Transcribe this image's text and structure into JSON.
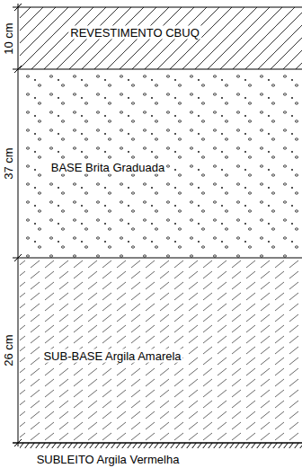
{
  "diagram": {
    "nodes": [
      {
        "text": [
          "REVESTIMENTO CBUQ"
        ]
      },
      {
        "text": [
          "BASE Brita Graduada"
        ]
      },
      {
        "text": [
          "SUB-BASE Argila Amarela"
        ]
      },
      {
        "text": [
          "SUBLEITO Argila Vermelha"
        ]
      }
    ],
    "labels": [
      "10 cm",
      "37 cm",
      "26 cm"
    ]
  }
}
